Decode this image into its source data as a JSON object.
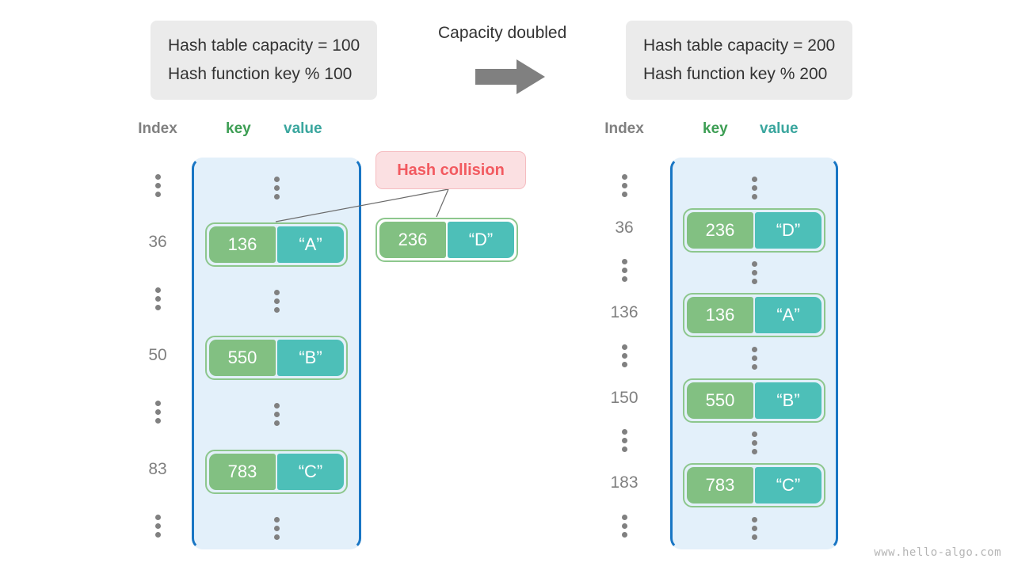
{
  "left_panel": {
    "caption": {
      "line1": "Hash table capacity = 100",
      "line2": "Hash function key % 100"
    },
    "headers": {
      "index": "Index",
      "key": "key",
      "value": "value"
    },
    "slots": [
      {
        "type": "ellipsis",
        "index": "",
        "key": "",
        "value": ""
      },
      {
        "type": "entry",
        "index": "36",
        "key": "136",
        "value": "“A”"
      },
      {
        "type": "ellipsis",
        "index": "",
        "key": "",
        "value": ""
      },
      {
        "type": "entry",
        "index": "50",
        "key": "550",
        "value": "“B”"
      },
      {
        "type": "ellipsis",
        "index": "",
        "key": "",
        "value": ""
      },
      {
        "type": "entry",
        "index": "83",
        "key": "783",
        "value": "“C”"
      },
      {
        "type": "ellipsis",
        "index": "",
        "key": "",
        "value": ""
      }
    ],
    "overflow_entry": {
      "key": "236",
      "value": "“D”"
    }
  },
  "transition": {
    "label": "Capacity doubled",
    "icon": "right-arrow-icon"
  },
  "collision": {
    "label": "Hash collision"
  },
  "right_panel": {
    "caption": {
      "line1": "Hash table capacity = 200",
      "line2": "Hash function key % 200"
    },
    "headers": {
      "index": "Index",
      "key": "key",
      "value": "value"
    },
    "slots": [
      {
        "type": "ellipsis",
        "index": "",
        "key": "",
        "value": ""
      },
      {
        "type": "entry",
        "index": "36",
        "key": "236",
        "value": "“D”"
      },
      {
        "type": "ellipsis",
        "index": "",
        "key": "",
        "value": ""
      },
      {
        "type": "entry",
        "index": "136",
        "key": "136",
        "value": "“A”"
      },
      {
        "type": "ellipsis",
        "index": "",
        "key": "",
        "value": ""
      },
      {
        "type": "entry",
        "index": "150",
        "key": "550",
        "value": "“B”"
      },
      {
        "type": "ellipsis",
        "index": "",
        "key": "",
        "value": ""
      },
      {
        "type": "entry",
        "index": "183",
        "key": "783",
        "value": "“C”"
      },
      {
        "type": "ellipsis",
        "index": "",
        "key": "",
        "value": ""
      }
    ]
  },
  "watermark": "www.hello-algo.com",
  "colors": {
    "key_cell": "#82c082",
    "value_cell": "#4dbfb8",
    "array_fill": "#e3f0fa",
    "array_border": "#1976c4",
    "pair_border": "#8dc78d",
    "collision_text": "#f25a60",
    "collision_fill": "#fbe0e2",
    "caption_fill": "#ebebeb",
    "index_text": "#808080",
    "arrow": "#808080"
  }
}
